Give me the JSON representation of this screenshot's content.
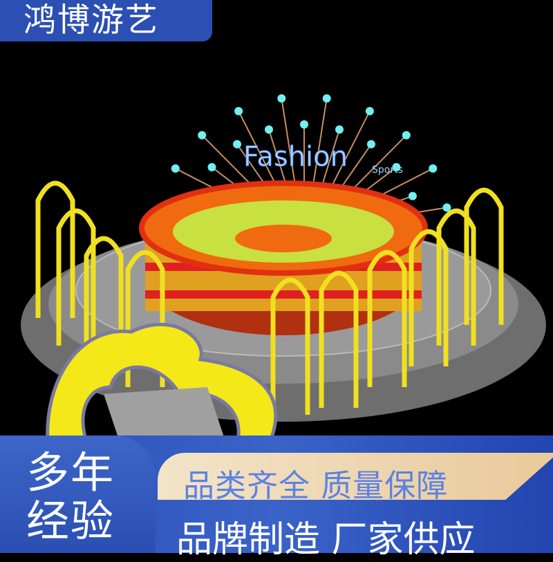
{
  "brand": {
    "title": "鸿博游艺"
  },
  "scene": {
    "sign_main": "Fashion",
    "sign_sub": "Sports"
  },
  "banner": {
    "left_line1": "多年",
    "left_line2": "经验",
    "slogan1": "品类齐全  质量保障",
    "slogan2": "品牌制造  厂家供应"
  },
  "colors": {
    "brand_blue": "#2b4fb2",
    "slogan_blue": "#5b82e4",
    "swoosh": "#f0dcb8"
  }
}
